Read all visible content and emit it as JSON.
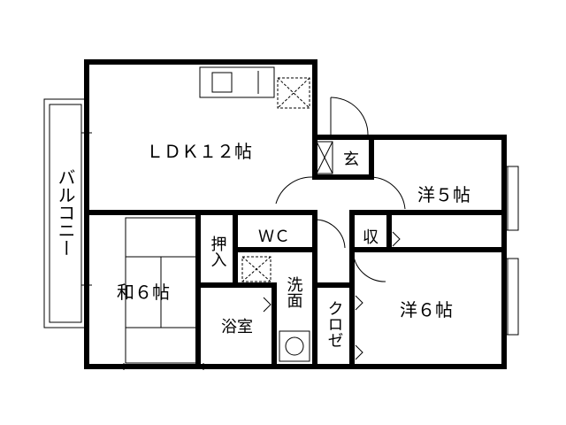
{
  "rooms": {
    "ldk": "ＬＤＫ１２帖",
    "balcony": "バルコニー",
    "genkan": "玄",
    "yo5": "洋５帖",
    "oshiire": "押入",
    "wc": "ＷＣ",
    "shu": "収",
    "wa6": "和６帖",
    "senmen": "洗面",
    "kurozeto": "クロゼ",
    "yo6": "洋６帖",
    "yokushitsu": "浴室"
  },
  "colors": {
    "wall": "#000000",
    "background": "#ffffff"
  }
}
